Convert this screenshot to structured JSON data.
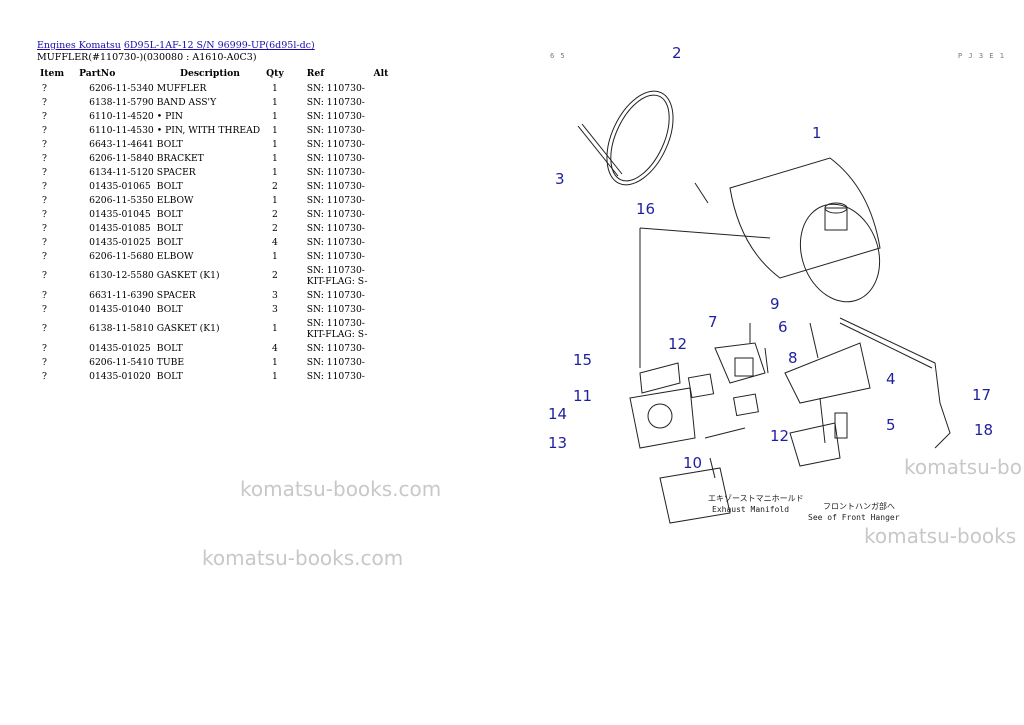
{
  "breadcrumb": {
    "engines": "Engines Komatsu",
    "model": "6D95L-1AF-12 S/N 96999-UP(6d95l-dc)"
  },
  "subtitle": "MUFFLER(#110730-)(030080 : A1610-A0C3)",
  "table": {
    "headers": [
      "Item",
      "PartNo",
      "Description",
      "Qty",
      "Ref",
      "Alt"
    ],
    "rows": [
      {
        "item": "?",
        "partno": "6206-11-5340",
        "description": "MUFFLER",
        "qty": "1",
        "ref": "SN: 110730-",
        "ref2": ""
      },
      {
        "item": "?",
        "partno": "6138-11-5790",
        "description": "BAND ASS'Y",
        "qty": "1",
        "ref": "SN: 110730-",
        "ref2": ""
      },
      {
        "item": "?",
        "partno": "6110-11-4520",
        "description": "• PIN",
        "qty": "1",
        "ref": "SN: 110730-",
        "ref2": ""
      },
      {
        "item": "?",
        "partno": "6110-11-4530",
        "description": "• PIN, WITH THREAD",
        "qty": "1",
        "ref": "SN: 110730-",
        "ref2": ""
      },
      {
        "item": "?",
        "partno": "6643-11-4641",
        "description": "BOLT",
        "qty": "1",
        "ref": "SN: 110730-",
        "ref2": ""
      },
      {
        "item": "?",
        "partno": "6206-11-5840",
        "description": "BRACKET",
        "qty": "1",
        "ref": "SN: 110730-",
        "ref2": ""
      },
      {
        "item": "?",
        "partno": "6134-11-5120",
        "description": "SPACER",
        "qty": "1",
        "ref": "SN: 110730-",
        "ref2": ""
      },
      {
        "item": "?",
        "partno": "01435-01065",
        "description": "BOLT",
        "qty": "2",
        "ref": "SN: 110730-",
        "ref2": ""
      },
      {
        "item": "?",
        "partno": "6206-11-5350",
        "description": "ELBOW",
        "qty": "1",
        "ref": "SN: 110730-",
        "ref2": ""
      },
      {
        "item": "?",
        "partno": "01435-01045",
        "description": "BOLT",
        "qty": "2",
        "ref": "SN: 110730-",
        "ref2": ""
      },
      {
        "item": "?",
        "partno": "01435-01085",
        "description": "BOLT",
        "qty": "2",
        "ref": "SN: 110730-",
        "ref2": ""
      },
      {
        "item": "?",
        "partno": "01435-01025",
        "description": "BOLT",
        "qty": "4",
        "ref": "SN: 110730-",
        "ref2": ""
      },
      {
        "item": "?",
        "partno": "6206-11-5680",
        "description": "ELBOW",
        "qty": "1",
        "ref": "SN: 110730-",
        "ref2": ""
      },
      {
        "item": "?",
        "partno": "6130-12-5580",
        "description": "GASKET (K1)",
        "qty": "2",
        "ref": "SN: 110730-",
        "ref2": "KIT-FLAG: S-"
      },
      {
        "item": "?",
        "partno": "6631-11-6390",
        "description": "SPACER",
        "qty": "3",
        "ref": "SN: 110730-",
        "ref2": ""
      },
      {
        "item": "?",
        "partno": "01435-01040",
        "description": "BOLT",
        "qty": "3",
        "ref": "SN: 110730-",
        "ref2": ""
      },
      {
        "item": "?",
        "partno": "6138-11-5810",
        "description": "GASKET (K1)",
        "qty": "1",
        "ref": "SN: 110730-",
        "ref2": "KIT-FLAG: S-"
      },
      {
        "item": "?",
        "partno": "01435-01025",
        "description": "BOLT",
        "qty": "4",
        "ref": "SN: 110730-",
        "ref2": ""
      },
      {
        "item": "?",
        "partno": "6206-11-5410",
        "description": "TUBE",
        "qty": "1",
        "ref": "SN: 110730-",
        "ref2": ""
      },
      {
        "item": "?",
        "partno": "01435-01020",
        "description": "BOLT",
        "qty": "1",
        "ref": "SN: 110730-",
        "ref2": ""
      }
    ]
  },
  "watermark": "komatsu-books.com",
  "watermark_cut": "komatsu-bo",
  "watermark_cut2": "komatsu-books",
  "diagram": {
    "header_left": "6 5",
    "header_right": "P J 3 E 1",
    "callouts": [
      "1",
      "2",
      "3",
      "4",
      "5",
      "6",
      "7",
      "8",
      "9",
      "10",
      "11",
      "12",
      "12",
      "13",
      "14",
      "15",
      "16",
      "17",
      "18"
    ],
    "label_manifold_jp": "エキゾーストマニホールド",
    "label_manifold_en": "Exhaust Manifold",
    "label_hanger_jp": "フロントハンガ部へ",
    "label_hanger_en": "See of Front Hanger"
  }
}
